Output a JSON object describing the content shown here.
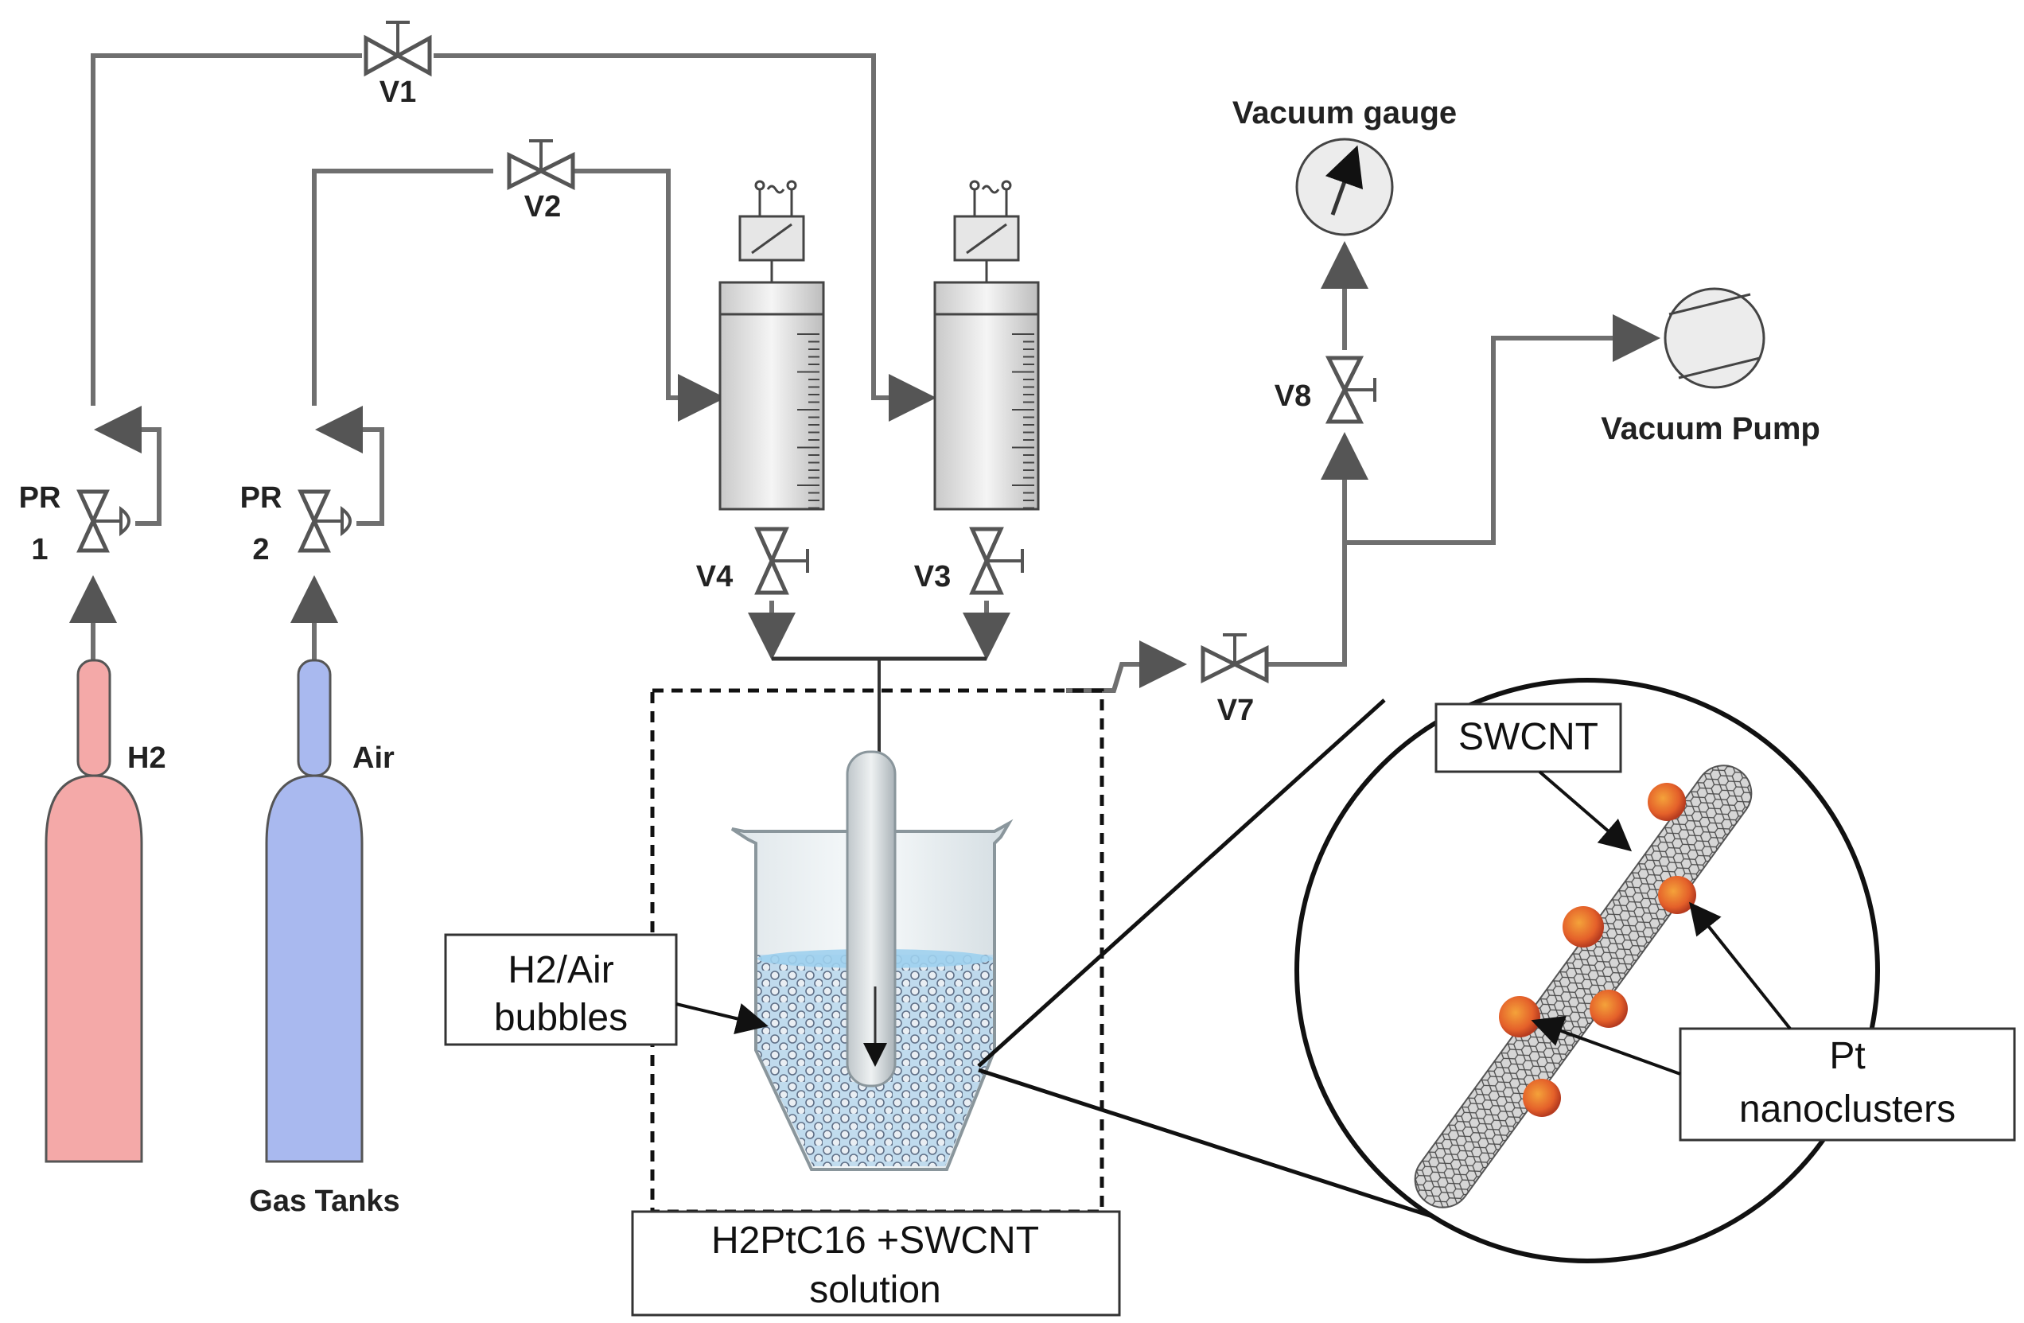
{
  "labels": {
    "v1": "V1",
    "v2": "V2",
    "v3": "V3",
    "v4": "V4",
    "v7": "V7",
    "v8": "V8",
    "pr1_line1": "PR",
    "pr1_line2": "1",
    "pr2_line1": "PR",
    "pr2_line2": "2",
    "h2": "H2",
    "air": "Air",
    "gas_tanks": "Gas Tanks",
    "vacuum_gauge": "Vacuum gauge",
    "vacuum_pump": "Vacuum Pump"
  },
  "boxes": {
    "bubbles_line1": "H2/Air",
    "bubbles_line2": "bubbles",
    "solution_line1": "H2PtC16 +SWCNT",
    "solution_line2": "solution",
    "swcnt": "SWCNT",
    "pt_line1": "Pt",
    "pt_line2": "nanoclusters"
  },
  "colors": {
    "h2_tank": "#f4a9a8",
    "air_tank": "#a9b9ef",
    "pipe": "#6f6f6f",
    "liquid": "#b9d7ec",
    "nanocluster": "#e8632a"
  }
}
